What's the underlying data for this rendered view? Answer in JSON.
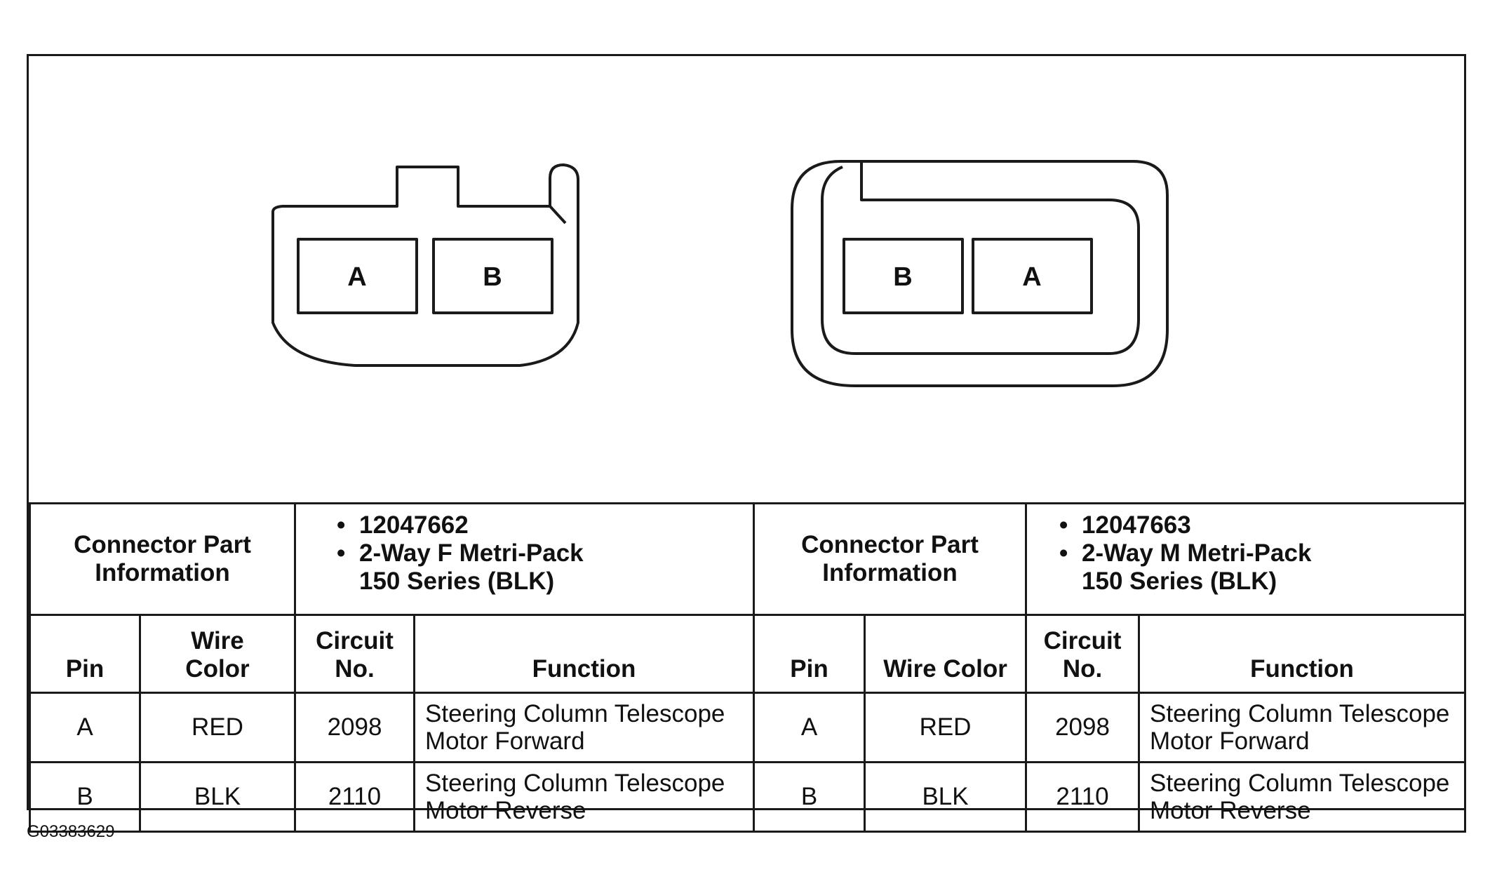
{
  "connectors": [
    {
      "view": "female",
      "left_pin": "A",
      "right_pin": "B"
    },
    {
      "view": "male",
      "left_pin": "B",
      "right_pin": "A"
    }
  ],
  "tables": [
    {
      "info_label": [
        "Connector Part",
        "Information"
      ],
      "part_lines": [
        "12047662",
        "2-Way F Metri-Pack",
        "150 Series (BLK)"
      ],
      "headers": {
        "pin": "Pin",
        "wire_color": [
          "Wire",
          "Color"
        ],
        "circuit": [
          "Circuit",
          "No."
        ],
        "function": "Function"
      },
      "rows": [
        {
          "pin": "A",
          "wire_color": "RED",
          "circuit": "2098",
          "function": [
            "Steering Column Telescope",
            "Motor Forward"
          ]
        },
        {
          "pin": "B",
          "wire_color": "BLK",
          "circuit": "2110",
          "function": [
            "Steering Column Telescope",
            "Motor Reverse"
          ]
        }
      ]
    },
    {
      "info_label": [
        "Connector Part",
        "Information"
      ],
      "part_lines": [
        "12047663",
        "2-Way M Metri-Pack",
        "150 Series (BLK)"
      ],
      "headers": {
        "pin": "Pin",
        "wire_color": "Wire Color",
        "circuit": [
          "Circuit",
          "No."
        ],
        "function": "Function"
      },
      "rows": [
        {
          "pin": "A",
          "wire_color": "RED",
          "circuit": "2098",
          "function": [
            "Steering Column Telescope",
            "Motor Forward"
          ]
        },
        {
          "pin": "B",
          "wire_color": "BLK",
          "circuit": "2110",
          "function": [
            "Steering Column Telescope",
            "Motor Reverse"
          ]
        }
      ]
    }
  ],
  "figure_id": "G03383629",
  "bullet": "•"
}
